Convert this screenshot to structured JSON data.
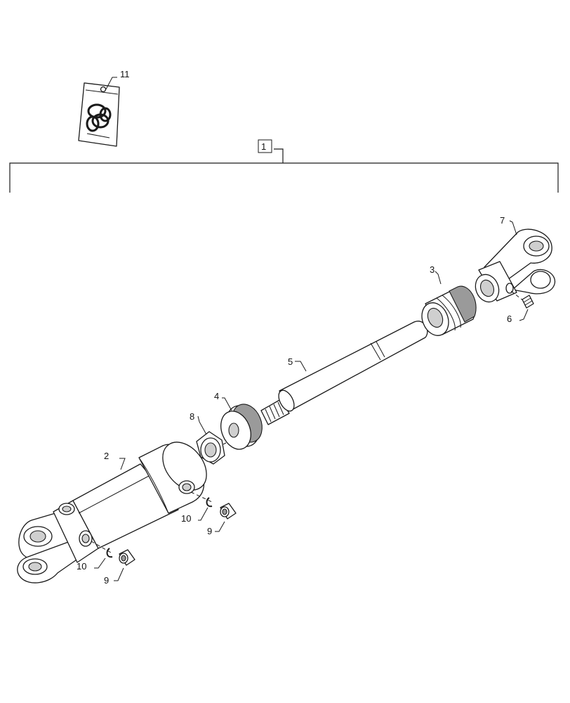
{
  "diagram": {
    "type": "exploded-parts-view",
    "callouts": [
      {
        "id": "callout-1",
        "label": "1",
        "boxed": true
      },
      {
        "id": "callout-2",
        "label": "2"
      },
      {
        "id": "callout-3",
        "label": "3"
      },
      {
        "id": "callout-4",
        "label": "4"
      },
      {
        "id": "callout-5",
        "label": "5"
      },
      {
        "id": "callout-6",
        "label": "6"
      },
      {
        "id": "callout-7",
        "label": "7"
      },
      {
        "id": "callout-8",
        "label": "8"
      },
      {
        "id": "callout-9a",
        "label": "9"
      },
      {
        "id": "callout-9b",
        "label": "9"
      },
      {
        "id": "callout-10a",
        "label": "10"
      },
      {
        "id": "callout-10b",
        "label": "10"
      },
      {
        "id": "callout-11",
        "label": "11"
      }
    ]
  }
}
